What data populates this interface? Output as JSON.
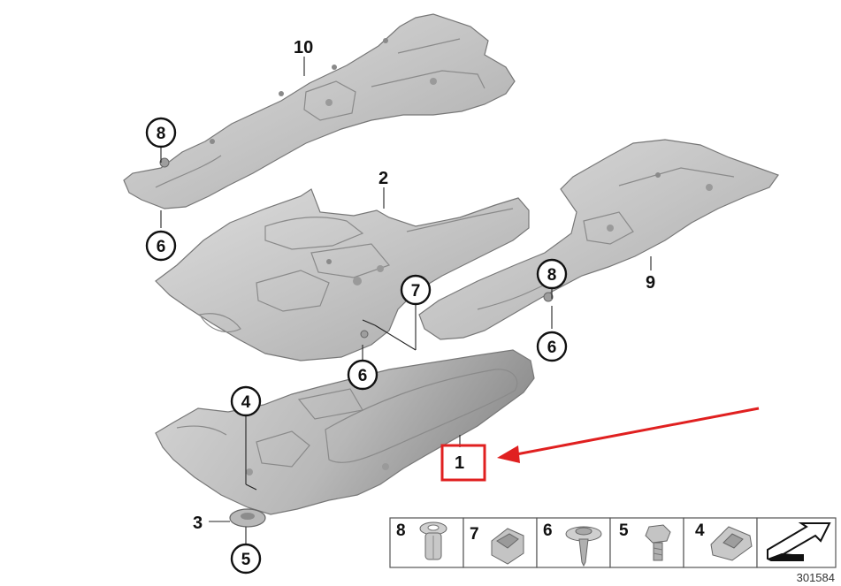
{
  "diagram": {
    "parts": {
      "p10": "10",
      "p2": "2",
      "p9": "9",
      "p1": "1",
      "p3": "3"
    },
    "callouts": {
      "c8a": "8",
      "c6a": "6",
      "c7": "7",
      "c6b": "6",
      "c8b": "8",
      "c6c": "6",
      "c4": "4",
      "c5": "5"
    },
    "legend": [
      "8",
      "7",
      "6",
      "5",
      "4"
    ],
    "diagram_number": "301584",
    "highlight_color": "#e02020"
  }
}
